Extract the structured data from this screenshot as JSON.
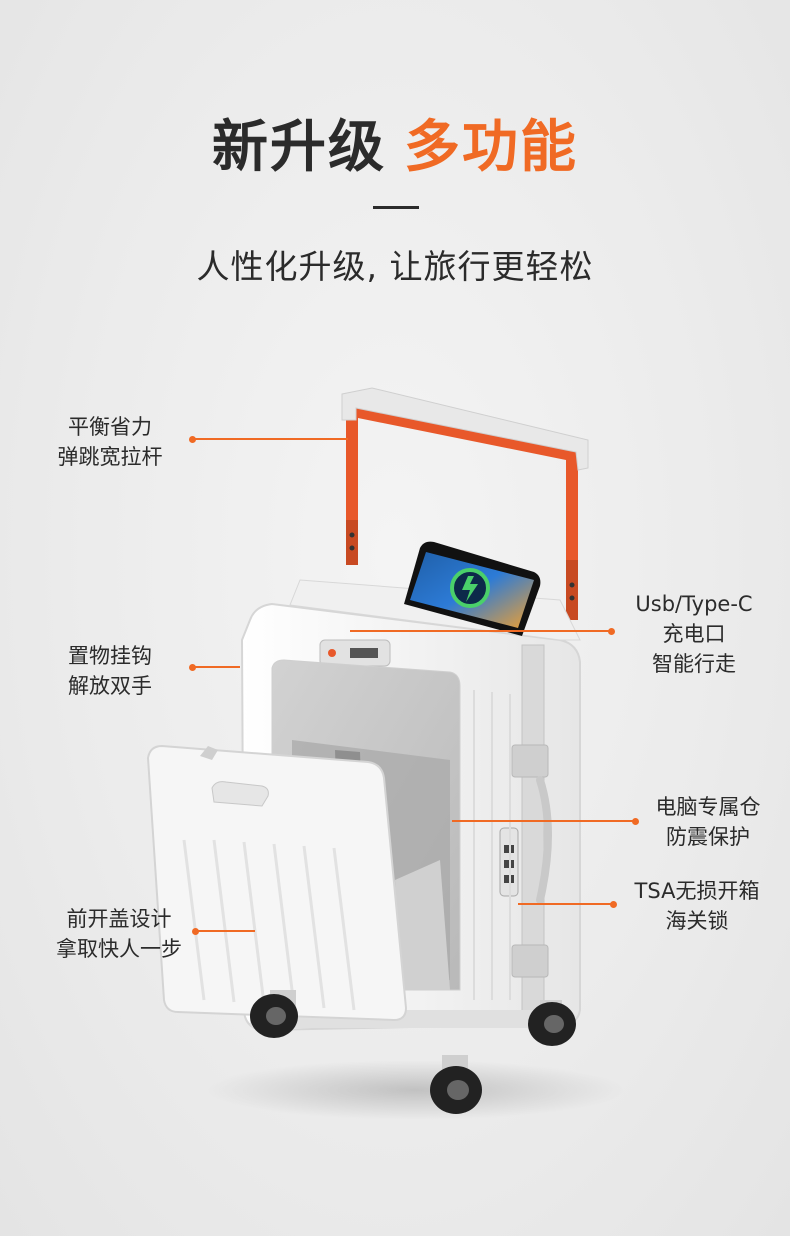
{
  "header": {
    "title_main": "新升级",
    "title_accent": "多功能",
    "subtitle": "人性化升级, 让旅行更轻松"
  },
  "colors": {
    "accent": "#f06a24",
    "text": "#2b2b2b",
    "handle": "#e8582a",
    "shell": "#f4f4f4"
  },
  "callouts": {
    "handle": {
      "line1": "平衡省力",
      "line2": "弹跳宽拉杆"
    },
    "hook": {
      "line1": "置物挂钩",
      "line2": "解放双手"
    },
    "usb": {
      "line1": "Usb/Type-C",
      "line2": "充电口",
      "line3": "智能行走"
    },
    "laptop": {
      "line1": "电脑专属仓",
      "line2": "防震保护"
    },
    "tsa": {
      "line1": "TSA无损开箱",
      "line2": "海关锁"
    },
    "front_cover": {
      "line1": "前开盖设计",
      "line2": "拿取快人一步"
    }
  },
  "icons": {
    "charging": "lightning-bolt-icon"
  }
}
